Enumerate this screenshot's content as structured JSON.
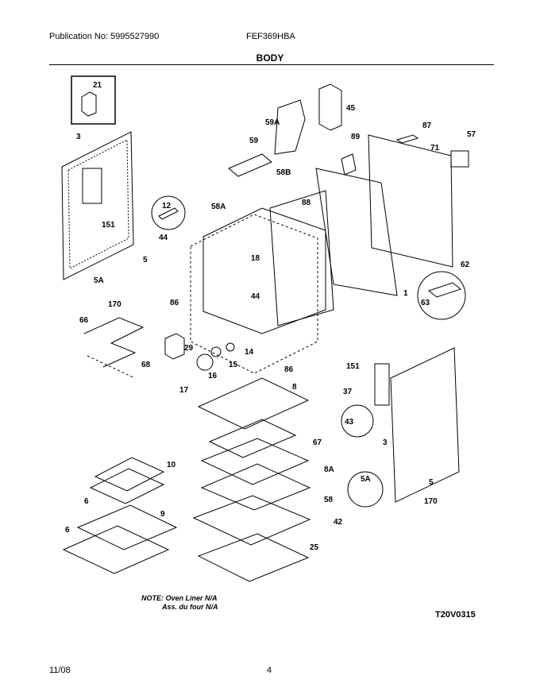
{
  "header": {
    "publication": "Publication No: 5995527990",
    "model": "FEF369HBA",
    "section_title": "BODY"
  },
  "callouts": [
    "21",
    "3",
    "151",
    "12",
    "44",
    "58A",
    "5",
    "5A",
    "170",
    "18",
    "44",
    "86",
    "66",
    "29",
    "14",
    "15",
    "16",
    "68",
    "17",
    "86",
    "8",
    "37",
    "151",
    "43",
    "3",
    "67",
    "8A",
    "58",
    "5A",
    "5",
    "170",
    "10",
    "9",
    "6",
    "6",
    "42",
    "25",
    "59A",
    "45",
    "59",
    "89",
    "87",
    "57",
    "71",
    "58B",
    "88",
    "1",
    "62",
    "63"
  ],
  "footer": {
    "note_line1": "NOTE: Oven Liner N/A",
    "note_line2": "Ass. du four N/A",
    "diagram_code": "T20V0315",
    "date": "11/08",
    "page_number": "4"
  }
}
